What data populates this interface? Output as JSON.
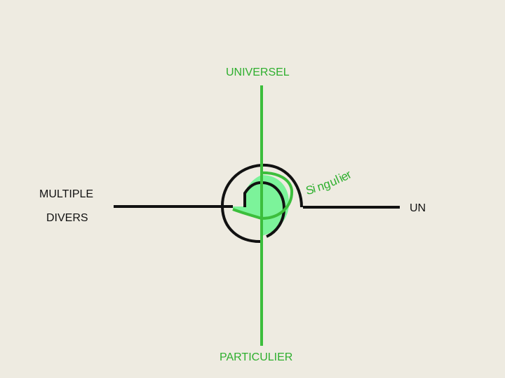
{
  "labels": {
    "top": "UNIVERSEL",
    "left_upper": "MULTIPLE",
    "left_lower": "DIVERS",
    "right": "UN",
    "bottom": "PARTICULIER",
    "curved": "Singulier"
  },
  "colors": {
    "background": "#eeebe1",
    "green_line": "#3cbe3c",
    "green_fill": "#7cf39a",
    "black_line": "#111111",
    "green_text": "#2eaf2e"
  }
}
